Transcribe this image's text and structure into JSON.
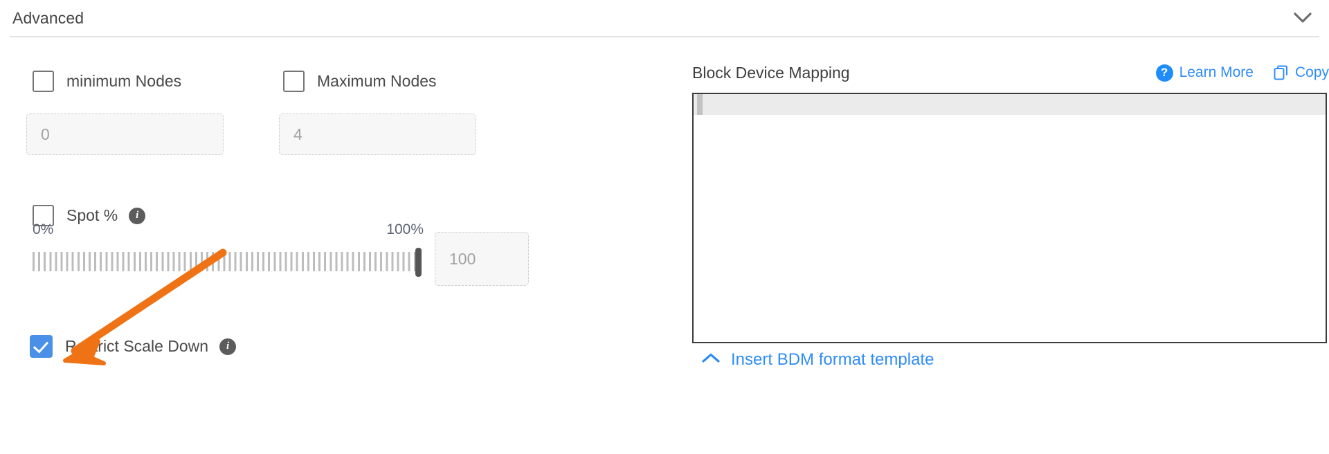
{
  "header": {
    "title": "Advanced",
    "collapse_icon": "chevron-down-icon"
  },
  "left_panel": {
    "min_nodes": {
      "label": "minimum Nodes",
      "checked": false,
      "input_placeholder": "0",
      "input_value": "0"
    },
    "max_nodes": {
      "label": "Maximum Nodes",
      "checked": false,
      "input_placeholder": "4",
      "input_value": "4"
    },
    "spot": {
      "label": "Spot %",
      "checked": false,
      "info_icon": "info-icon",
      "info_glyph": "i"
    },
    "slider": {
      "min_label": "0%",
      "max_label": "100%",
      "value": 100,
      "min": 0,
      "max": 100,
      "value_input_placeholder": "100",
      "value_input_value": "100"
    },
    "restrict_scale_down": {
      "label": "Restrict Scale Down",
      "checked": true,
      "info_icon": "info-icon",
      "info_glyph": "i"
    }
  },
  "right_panel": {
    "title": "Block Device Mapping",
    "learn_more": {
      "label": "Learn More",
      "icon": "question-circle-icon",
      "glyph": "?"
    },
    "copy": {
      "label": "Copy",
      "icon": "copy-icon"
    },
    "editor": {
      "content": "",
      "active_line": 1
    },
    "insert_template": {
      "label": "Insert BDM format template",
      "icon": "chevron-up-icon"
    }
  },
  "annotation": {
    "type": "arrow",
    "color": "#ef7215",
    "points_to": "restrict-scale-down-checkbox"
  },
  "colors": {
    "accent_blue": "#2f8cf7",
    "checkbox_checked": "#4a90e8",
    "annotation_orange": "#ef7215",
    "text_primary": "#3f3f3f",
    "text_muted": "#a2a2a2",
    "divider": "#e3e3e3"
  }
}
